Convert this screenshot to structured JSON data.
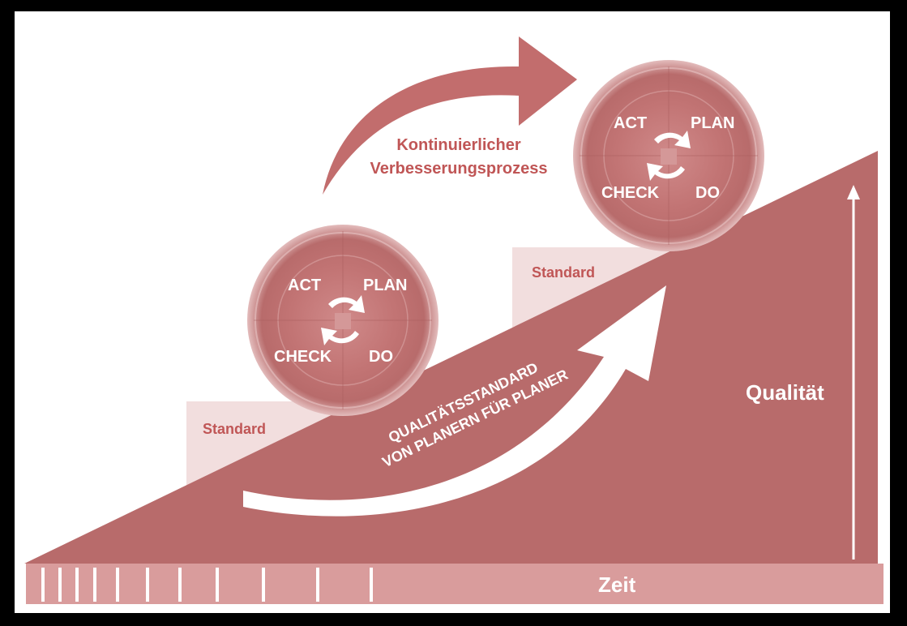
{
  "colors": {
    "primary": "#b86b6b",
    "light": "#f2dede",
    "bar": "#d99c9c",
    "text": "#c05656",
    "white": "#ffffff"
  },
  "arrow_top_label": [
    "Kontinuierlicher",
    "Verbesserungsprozess"
  ],
  "step_label_left": "Standard",
  "step_label_right": "Standard",
  "cycle_left": {
    "act": "ACT",
    "plan": "PLAN",
    "check": "CHECK",
    "do": "DO"
  },
  "cycle_right": {
    "act": "ACT",
    "plan": "PLAN",
    "check": "CHECK",
    "do": "DO"
  },
  "ramp_label": [
    "QUALITÄTSSTANDARD",
    "VON PLANERN FÜR PLANER"
  ],
  "y_axis_label": "Qualität",
  "x_axis_label": "Zeit"
}
